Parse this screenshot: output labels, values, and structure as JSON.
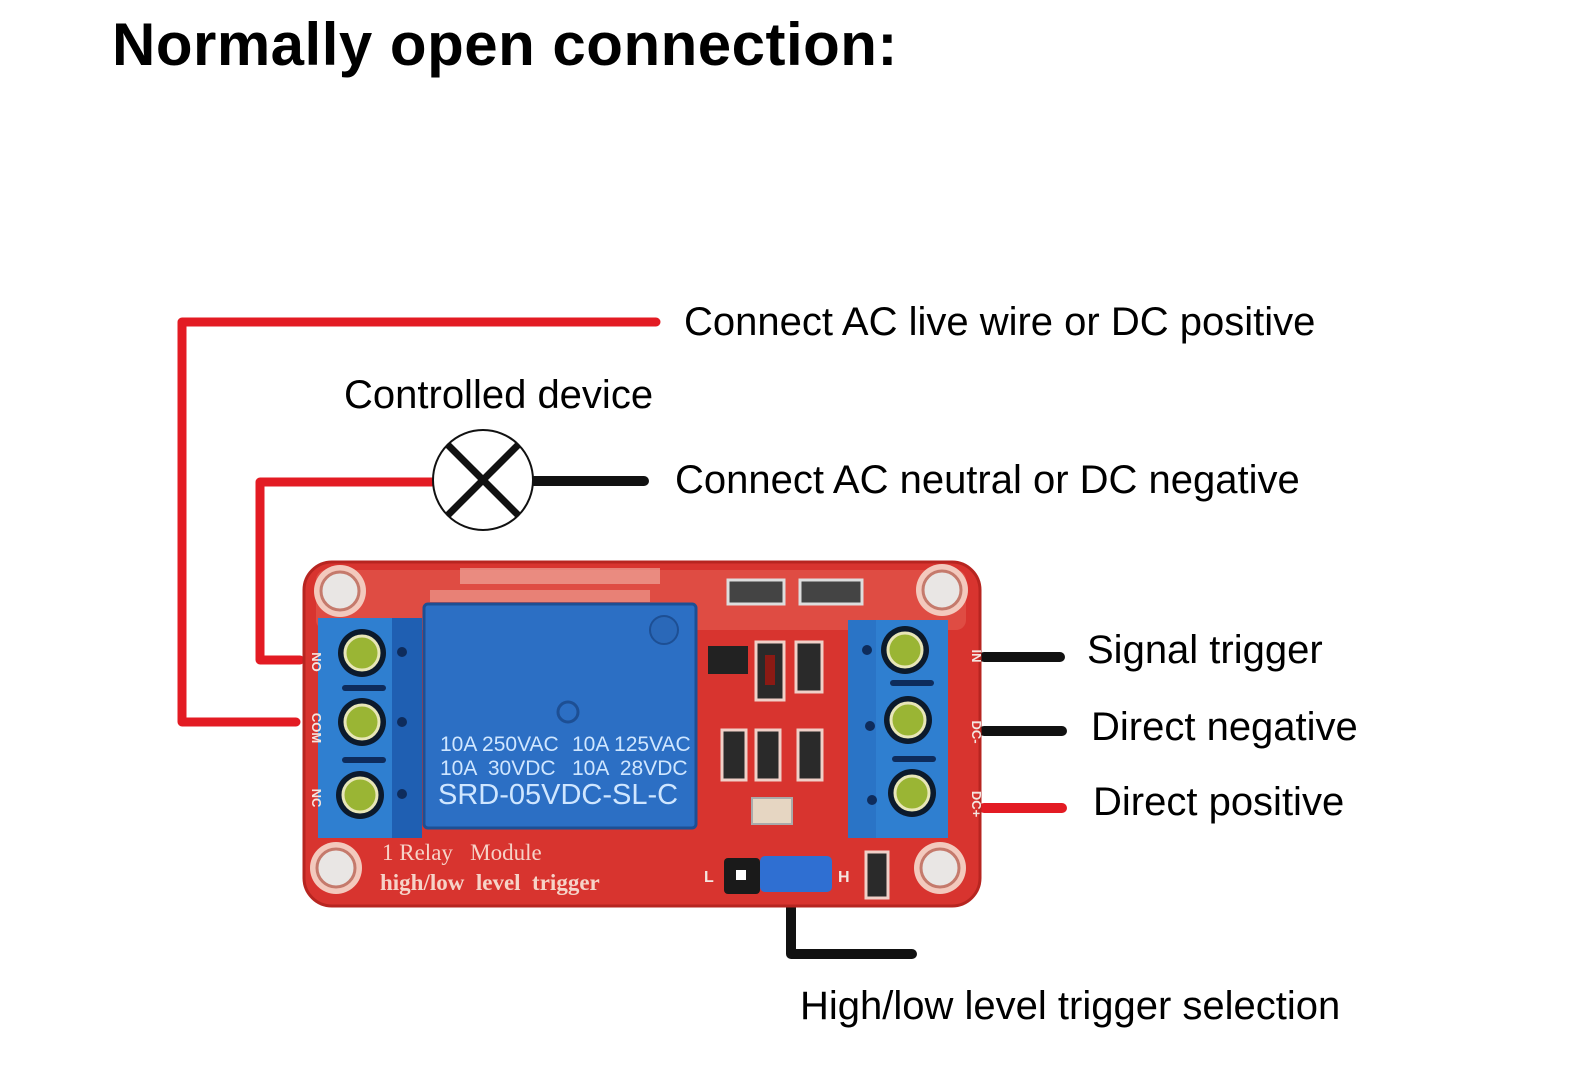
{
  "title": "Normally open connection:",
  "labels": {
    "controlled_device": "Controlled device",
    "ac_live": "Connect AC live wire or DC positive",
    "ac_neutral": "Connect AC neutral or DC negative",
    "signal_trigger": "Signal trigger",
    "direct_negative": "Direct negative",
    "direct_positive": "Direct positive",
    "trigger_selection": "High/low level trigger selection"
  },
  "relay": {
    "rating_line1_left": "10A 250VAC",
    "rating_line1_right": "10A 125VAC",
    "rating_line2_left": "10A  30VDC",
    "rating_line2_right": "10A  28VDC",
    "model": "SRD-05VDC-SL-C"
  },
  "board": {
    "silk_line1": "1 Relay   Module",
    "silk_line2": "high/low  level  trigger",
    "output_pins": [
      "NO",
      "COM",
      "NC"
    ],
    "input_pins": [
      "IN",
      "DC-",
      "DC+"
    ],
    "jumper_low": "L",
    "jumper_high": "H"
  },
  "colors": {
    "wire_live": "#e31b23",
    "wire_neutral": "#111111",
    "pcb": "#d8342f",
    "terminal": "#2f7fd0",
    "relay": "#2c6fc4"
  }
}
